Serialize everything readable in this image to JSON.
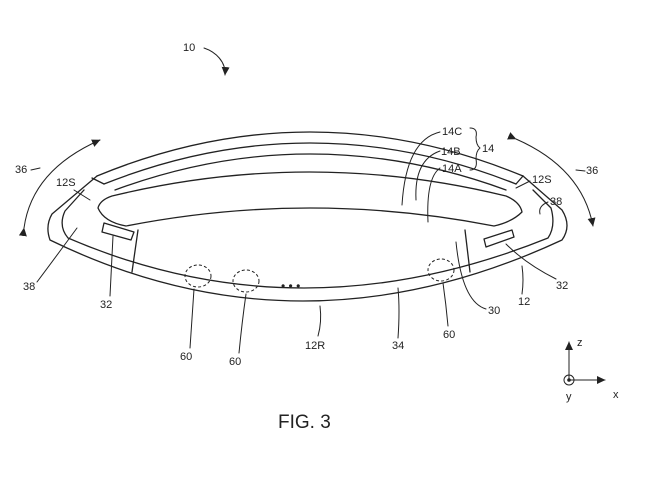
{
  "figure": {
    "caption": "FIG. 3"
  },
  "labels": {
    "device": "10",
    "layer_14c": "14C",
    "layer_14b": "14B",
    "layer_14a": "14A",
    "display_group": "14",
    "bend_left": "36",
    "bend_right": "36",
    "sidewall_left": "12S",
    "sidewall_right": "12S",
    "edge_left": "38",
    "edge_right": "38",
    "component_left": "32",
    "component_right": "32",
    "housing": "12",
    "display_panel": "30",
    "interior": "34",
    "rear_housing": "12R",
    "comp_60_a": "60",
    "comp_60_b": "60",
    "comp_60_c": "60"
  },
  "ellipsis": "• • •",
  "axes": {
    "z": "z",
    "x": "x",
    "y": "y"
  }
}
